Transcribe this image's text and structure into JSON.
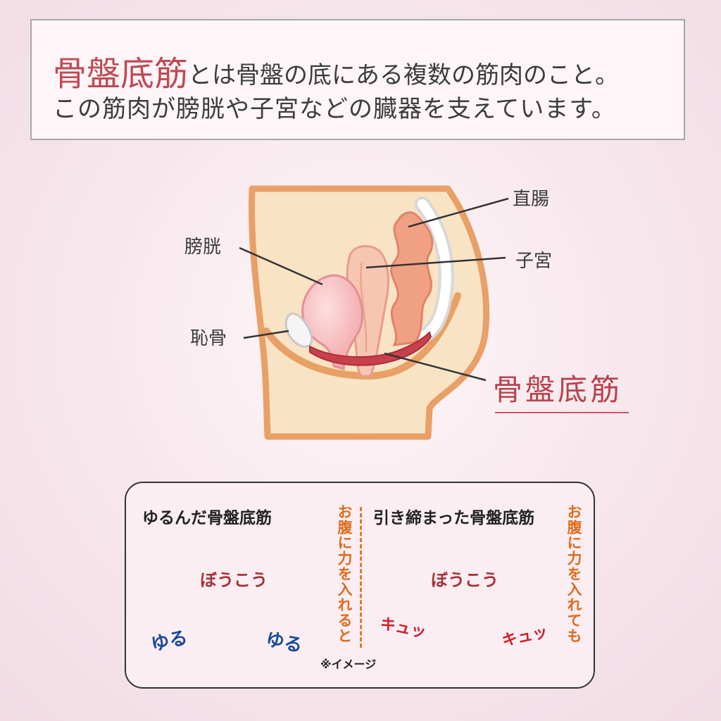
{
  "intro": {
    "term": "骨盤底筋",
    "line1_rest": "とは骨盤の底にある複数の筋肉のこと。",
    "line2": "この筋肉が膀胱や子宮などの臓器を支えています。"
  },
  "diagram": {
    "labels": {
      "rectum": "直腸",
      "bladder": "膀胱",
      "uterus": "子宮",
      "pubic_bone": "恥骨",
      "pelvic_floor": "骨盤底筋"
    }
  },
  "comparison": {
    "loose": {
      "title": "ゆるんだ骨盤底筋",
      "organ": "ぼうこう",
      "left_word": "ゆる",
      "right_word": "ゆる",
      "side_text": "お腹に力を入れると"
    },
    "tight": {
      "title": "引き締まった骨盤底筋",
      "organ": "ぼうこう",
      "left_word": "キュッ",
      "right_word": "キュッ",
      "side_text": "お腹に力を入れても"
    },
    "note": "※イメージ"
  },
  "colors": {
    "accent": "#bf4a55",
    "orange": "#e06a1a",
    "loose_word": "#1a4a9a",
    "tight_word": "#d11f2a",
    "skin": "#f8e3c4",
    "outline": "#e8a066"
  }
}
